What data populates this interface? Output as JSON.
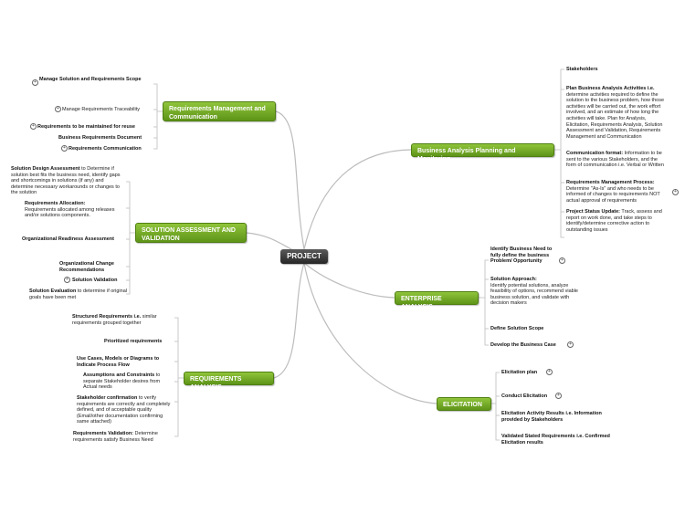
{
  "root": {
    "label": "PROJECT"
  },
  "branches": {
    "req_mgmt": {
      "label": "Requirements Management and Communication",
      "items": {
        "manage_scope": "Manage Solution and Requirements Scope",
        "traceability": "Manage Requirements Traceability",
        "reuse": "Requirements to be maintained for reuse",
        "document": "Business Requirements Document",
        "communication": "Requirements Communication"
      }
    },
    "solution": {
      "label": "SOLUTION ASSESSMENT AND VALIDATION",
      "items": {
        "design_title": "Solution Design Assessment",
        "design_desc": "to Determine if solution best fits the business need, identify gaps and shortcomings in solutions (if any) and determine necessary workarounds or changes to the solution",
        "alloc_title": "Requirements Allocation:",
        "alloc_desc": "Requirements allocated among releases and/or solutions components.",
        "readiness": "Organizational Readiness Assessment",
        "change": "Organizational Change Recommendations",
        "validation": "Solution Validation",
        "eval_title": "Solution Evaluation",
        "eval_desc": "to determine if original goals have been met"
      }
    },
    "req_analysis": {
      "label": "REQUIREMENTS ANALYSIS",
      "items": {
        "structured_title": "Structured Requirements i.e.",
        "structured_desc": "similar requirements grouped together",
        "prioritized": "Prioritized requirements",
        "models": "Use Cases, Models or Diagrams to Indicate Process Flow",
        "assumptions_title": "Assumptions and Constraints",
        "assumptions_desc": "to separate Stakeholder desires from Actual needs",
        "confirm_title": "Stakeholder confirmation",
        "confirm_desc": "to verify requirements are correctly and completely defined, and of acceptable quality (Email/other documentation confirming same attached)",
        "validation_title": "Requirements Validation:",
        "validation_desc": "Determine requirements satisfy Business Need"
      }
    },
    "planning": {
      "label": "Business Analysis Planning and Monitoring",
      "items": {
        "stakeholders": "Stakeholders",
        "plan_title": "Plan Business Analysis Activities i.e.",
        "plan_desc": "determine activities required to define the solution to the business problem, how those activities will be carried out, the work effort involved, and an estimate of how long the activities will take. Plan for Analysis, Elicitation, Requirements Analysis, Solution Assessment and Validation, Requirements Management and Communication",
        "comm_title": "Communication format:",
        "comm_desc": "Information to be sent to the various Stakeholders, and the form of communication i.e. Verbal or Written",
        "process_title": "Requirements Management Process:",
        "process_desc": "Determine \"As-Is\" and who needs to be informed of changes to requirements NOT actual approval of requirements",
        "status_title": "Project Status Update:",
        "status_desc": "Track, assess and report on work done, and take steps to identify/determine corrective action to outstanding issues"
      }
    },
    "enterprise": {
      "label": "ENTERPRISE ANALYSIS",
      "items": {
        "identify": "Identify Business Need to fully define the business Problem/ Opportunity",
        "approach_title": "Solution Approach:",
        "approach_desc": "Identify potential solutions, analyze feasibility of options, recommend viable business solution, and validate with decision makers",
        "scope": "Define Solution Scope",
        "case": "Develop the Business Case"
      }
    },
    "elicitation": {
      "label": "ELICITATION",
      "items": {
        "plan": "Elicitation plan",
        "conduct": "Conduct Elicitation",
        "results": "Elicitation Activity Results i.e. Information provided by Stakeholders",
        "validated": "Validated Stated Requirements i.e. Confirmed Elicitation results"
      }
    }
  },
  "colors": {
    "node_top": "#8fc43b",
    "node_bottom": "#5e9418",
    "line": "#b8b8b8",
    "root": "#333333"
  }
}
